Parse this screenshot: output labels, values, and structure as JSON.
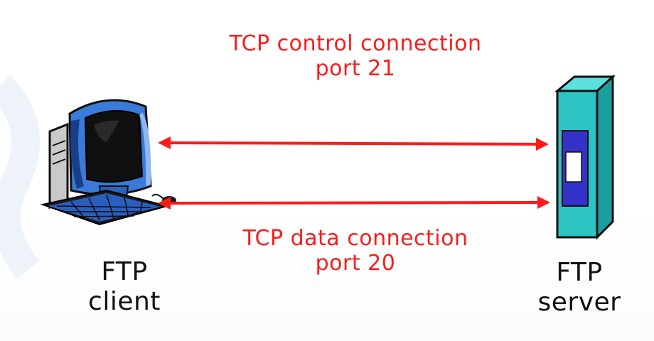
{
  "control_connection": {
    "line1": "TCP control connection",
    "line2": "port 21"
  },
  "data_connection": {
    "line1": "TCP data connection",
    "line2": "port 20"
  },
  "client": {
    "line1": "FTP",
    "line2": "client"
  },
  "server": {
    "line1": "FTP",
    "line2": "server"
  },
  "colors": {
    "arrow": "#ff1a1a",
    "label_red": "#ff1a1a",
    "server_body": "#2ec4c4",
    "server_panel": "#3333cc",
    "computer_blue": "#3a7ad8",
    "computer_dark": "#101010"
  }
}
